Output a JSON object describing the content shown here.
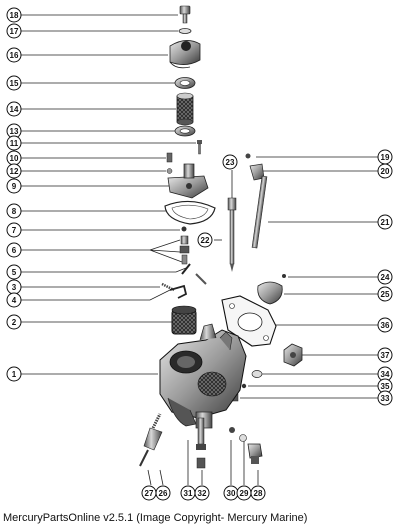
{
  "caption": "MercuryPartsOnline v2.5.1 (Image Copyright- Mercury Marine)",
  "callouts": {
    "left": [
      "18",
      "17",
      "16",
      "15",
      "14",
      "13",
      "11",
      "10",
      "12",
      "9",
      "8",
      "7",
      "6",
      "5",
      "3",
      "4",
      "2",
      "1"
    ],
    "right": [
      "19",
      "20",
      "21",
      "24",
      "25",
      "36",
      "37",
      "34",
      "35",
      "33"
    ],
    "center": [
      "23",
      "22"
    ],
    "bottom": [
      "27",
      "26",
      "31",
      "32",
      "30",
      "29",
      "28"
    ]
  }
}
